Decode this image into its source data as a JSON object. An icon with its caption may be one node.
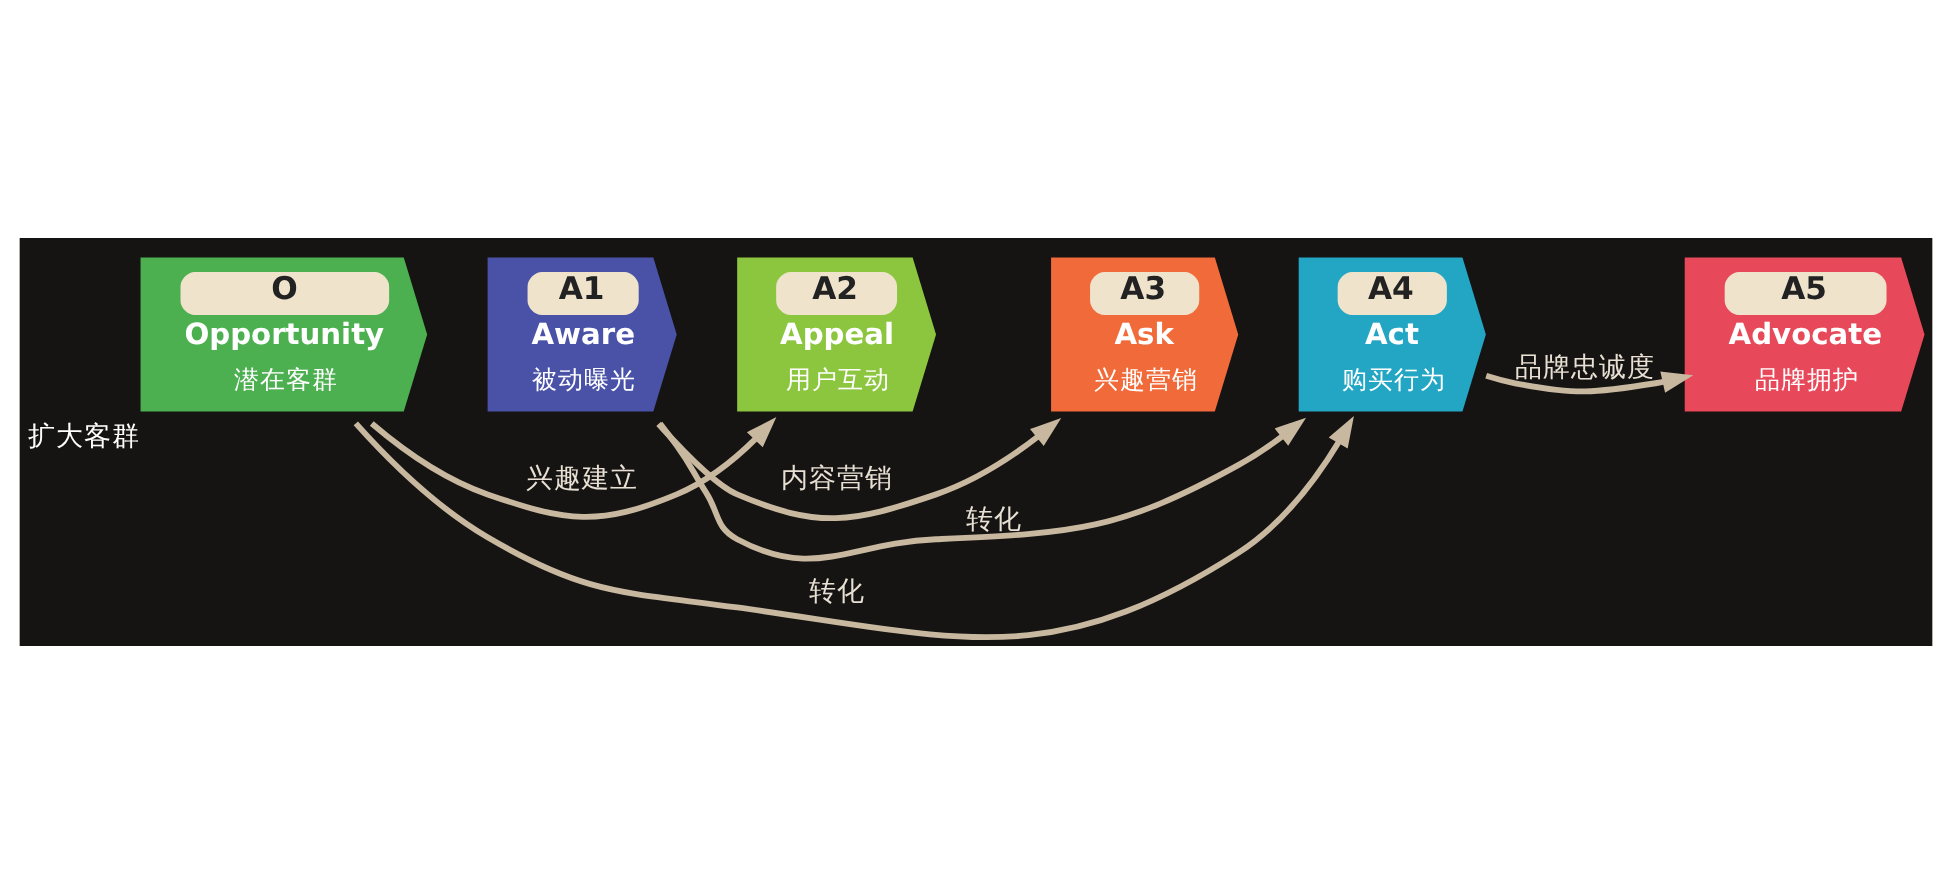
{
  "diagram": {
    "nodes": [
      {
        "text": [
          "O",
          "Opportunity",
          "潜在客群"
        ],
        "beside": [
          "扩大客群"
        ]
      },
      {
        "text": [
          "A1",
          "Aware",
          "被动曝光"
        ]
      },
      {
        "text": [
          "A2",
          "Appeal",
          "用户互动"
        ]
      },
      {
        "text": [
          "A3",
          "Ask",
          "兴趣营销"
        ]
      },
      {
        "text": [
          "A4",
          "Act",
          "购买行为"
        ]
      },
      {
        "text": [
          "A5",
          "Advocate",
          "品牌拥护"
        ]
      }
    ],
    "edges": [
      {
        "from": 0,
        "to": 4,
        "arrow": "to",
        "label": "转化"
      },
      {
        "from": 0,
        "to": 2,
        "arrow": "to",
        "label": "兴趣建立"
      },
      {
        "from": 4,
        "to": 5,
        "arrow": "to",
        "label": "品牌忠诚度"
      },
      {
        "from": 1,
        "to": 3,
        "arrow": "to",
        "label": "内容营销"
      },
      {
        "from": 1,
        "to": 4,
        "arrow": "to",
        "label": "转化"
      }
    ]
  }
}
